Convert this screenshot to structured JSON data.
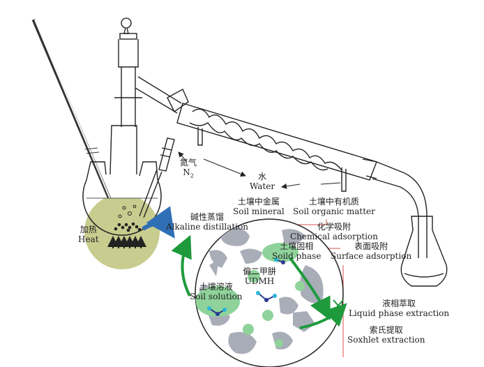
{
  "labels": {
    "nitrogen_zh": "氮气",
    "nitrogen_en": "N",
    "nitrogen_sub": "2",
    "water_zh": "水",
    "water_en": "Water",
    "soil_mineral_zh": "土壤中金属",
    "soil_mineral_en": "Soil mineral",
    "soil_om_zh": "土壤中有机质",
    "soil_om_en": "Soil organic matter",
    "alkaline_zh": "碱性蒸馏",
    "alkaline_en": "Alkaline distillation",
    "chem_ads_zh": "化学吸附",
    "chem_ads_en": "Chemical adsorption",
    "heat_zh": "加热",
    "heat_en": "Heat",
    "soil_phase_zh": "土壤固相",
    "soil_phase_en": "Soild phase",
    "surface_ads_zh": "表面吸附",
    "surface_ads_en": "Surface adsorption",
    "udmh_zh": "偏二甲肼",
    "udmh_en": "UDMH",
    "soil_solution_zh": "土壤溶液",
    "soil_solution_en": "Soil solution",
    "liquid_zh": "液相萃取",
    "liquid_en": "Liquid phase extraction",
    "soxhlet_zh": "索氏提取",
    "soxhlet_en": "Soxhlet extraction"
  },
  "colors": {
    "liquid": "#c8cc8e",
    "arrow_green": "#1e9a3c",
    "arrow_blue": "#2f6fb5",
    "particle_gray": "#a9adb8",
    "particle_green": "#8fd39a",
    "separator_red": "#d9534f",
    "molecule_dark": "#2b3a8f",
    "molecule_light": "#29b6d8"
  }
}
